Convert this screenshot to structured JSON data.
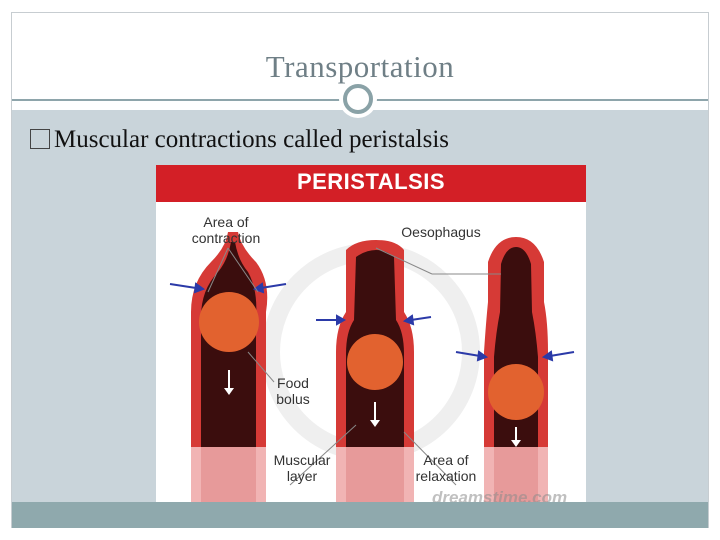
{
  "slide": {
    "title": "Transportation",
    "bullet_glyph": "box-bullet-icon",
    "bullet_text": "Muscular contractions called peristalsis"
  },
  "figure": {
    "heading": "PERISTALSIS",
    "labels": {
      "area_of_contraction": [
        "Area of",
        "contraction"
      ],
      "oesophagus": "Oesophagus",
      "food_bolus": [
        "Food",
        "bolus"
      ],
      "muscular_layer": [
        "Muscular",
        "layer"
      ],
      "area_of_relaxation": [
        "Area of",
        "relaxation"
      ]
    },
    "watermark": "dreamstime.com",
    "colors": {
      "banner": "#d31f26",
      "tube_outer": "#d63a36",
      "tube_lumen": "#3b0d0d",
      "bolus": "#e2622f",
      "arrow": "#2b3aa8"
    }
  },
  "theme": {
    "content_bg": "#c9d4da",
    "accent": "#8aa2a7"
  }
}
